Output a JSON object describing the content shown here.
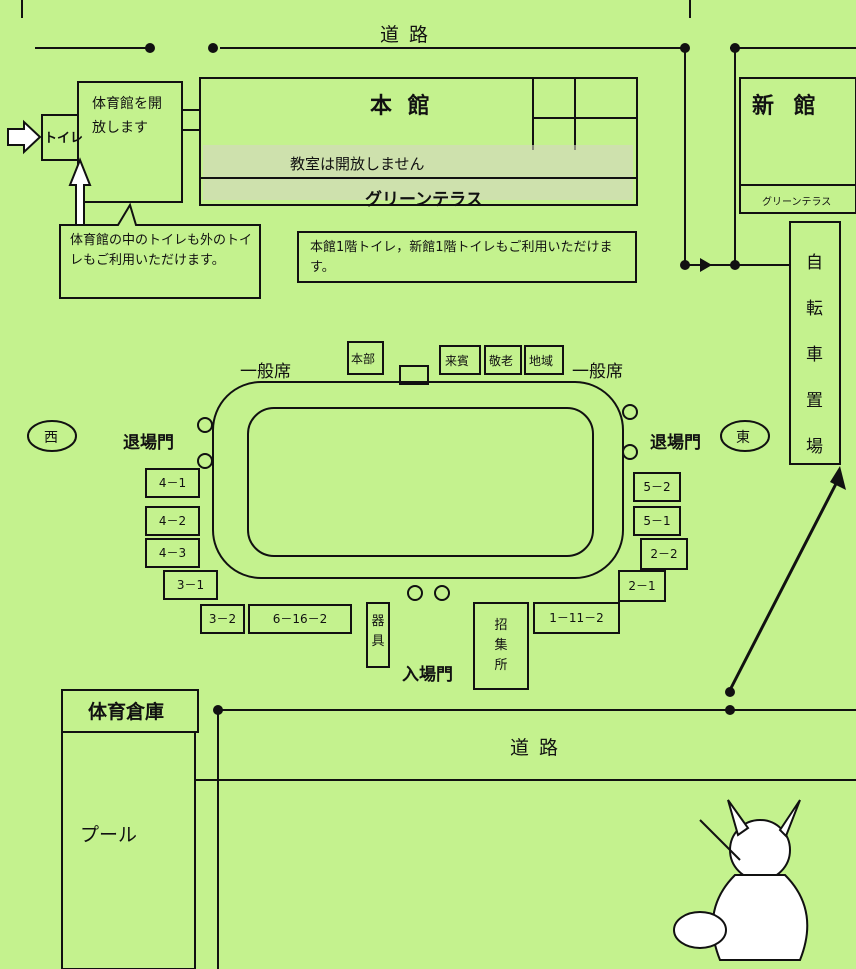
{
  "map": {
    "top_road": "道路",
    "bottom_road": "道路",
    "main_building": "本 館",
    "new_building": "新 館",
    "gym_box": "体育館を開放します",
    "toilet": "トイレ",
    "classroom_note": "教室は開放しません",
    "green_terrace": "グリーンテラス",
    "green_terrace_small": "グリーンテラス",
    "gym_callout": "体育館の中のトイレも外のトイレもご利用いただけます。",
    "toilet_note": "本館1階トイレ，新館1階トイレもご利用いただけます。",
    "bicycle_parking": "自転車置場",
    "general_seat_left": "一般席",
    "general_seat_right": "一般席",
    "headquarters": "本部",
    "guests": "来賓",
    "elderly": "敬老",
    "community": "地域",
    "west": "西",
    "east": "東",
    "exit_gate_left": "退場門",
    "exit_gate_right": "退場門",
    "entrance_gate": "入場門",
    "equipment": "器具",
    "assembly": "招集所",
    "gym_storage": "体育倉庫",
    "pool": "プール",
    "class_areas": {
      "c4_1": "4－1",
      "c4_2": "4－2",
      "c4_3": "4－3",
      "c3_1": "3－1",
      "c3_2": "3－2",
      "c6": "6－16－2",
      "c1": "1－11－2",
      "c2_1": "2－1",
      "c2_2": "2－2",
      "c5_1": "5－1",
      "c5_2": "5－2"
    }
  }
}
